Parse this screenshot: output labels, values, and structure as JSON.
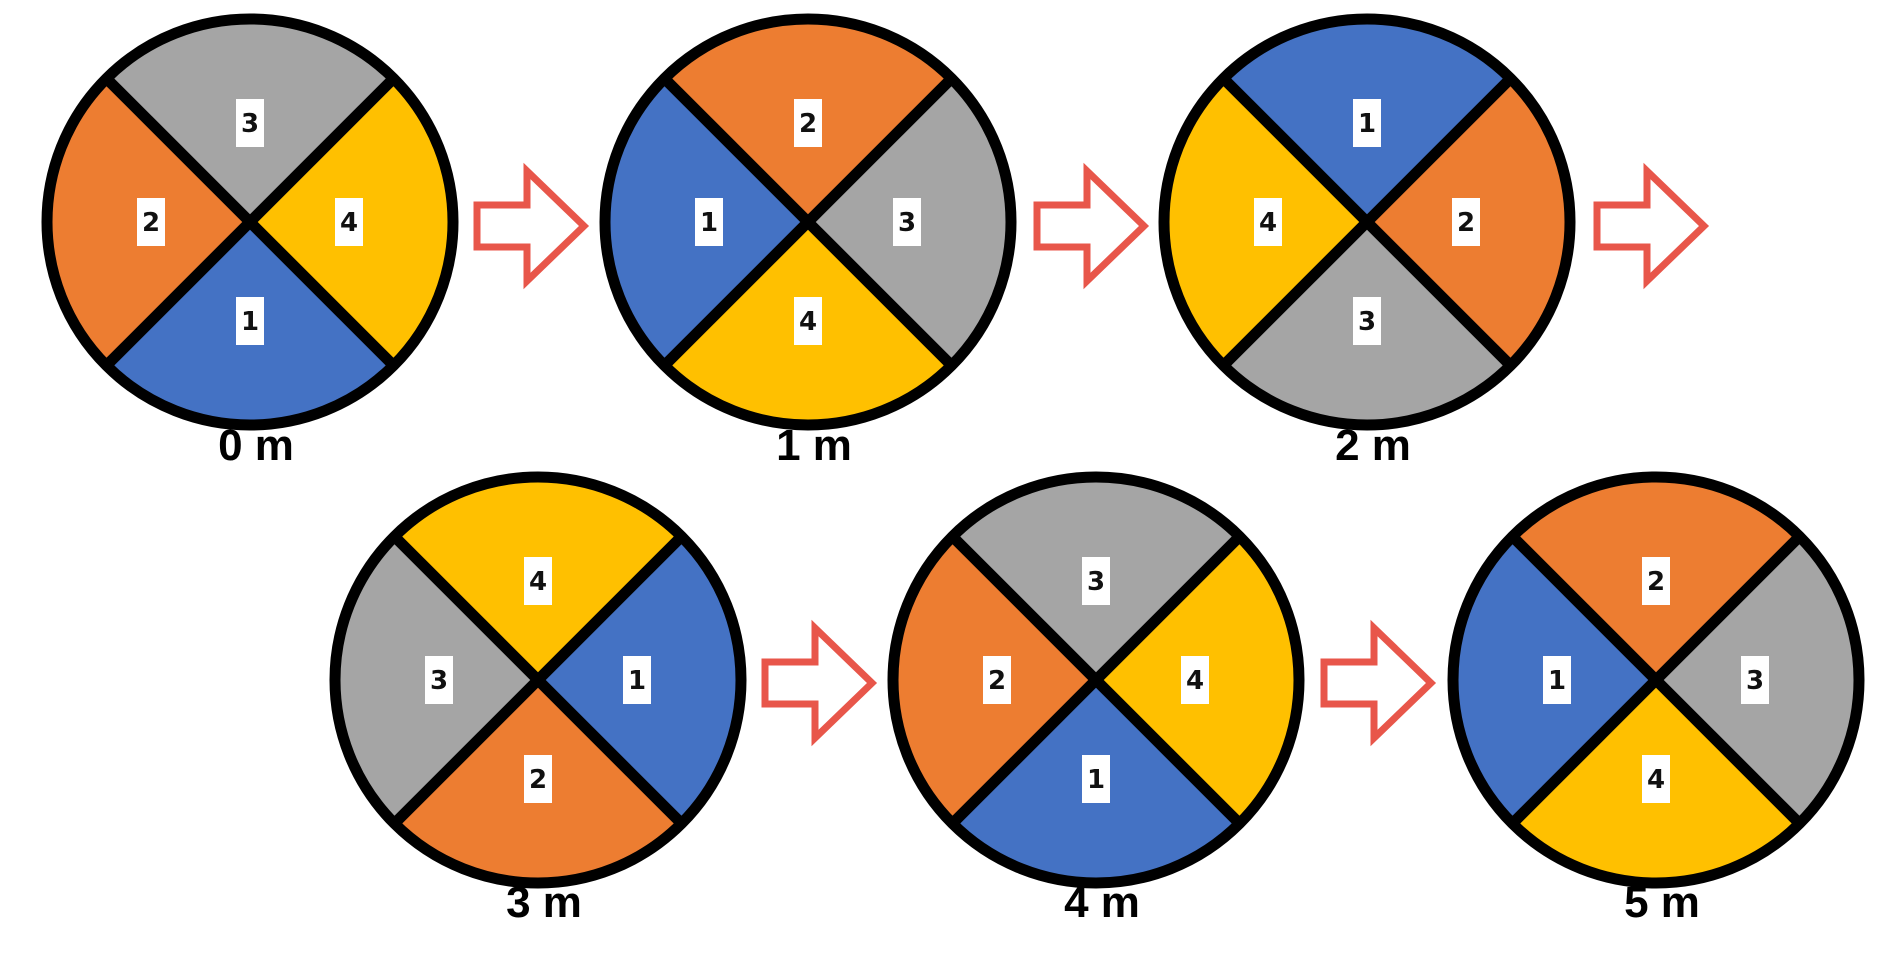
{
  "colors": {
    "1": "#4472C4",
    "2": "#ED7D31",
    "3": "#A5A5A5",
    "4": "#FFC000",
    "outline": "#000000",
    "arrow": "#E8564A",
    "label_box": "#FFFFFF"
  },
  "wheels": [
    {
      "label": "0 m",
      "sectors": {
        "top": "3",
        "right": "4",
        "bottom": "1",
        "left": "2"
      }
    },
    {
      "label": "1 m",
      "sectors": {
        "top": "2",
        "right": "3",
        "bottom": "4",
        "left": "1"
      }
    },
    {
      "label": "2 m",
      "sectors": {
        "top": "1",
        "right": "2",
        "bottom": "3",
        "left": "4"
      }
    },
    {
      "label": "3 m",
      "sectors": {
        "top": "4",
        "right": "1",
        "bottom": "2",
        "left": "3"
      }
    },
    {
      "label": "4 m",
      "sectors": {
        "top": "3",
        "right": "4",
        "bottom": "1",
        "left": "2"
      }
    },
    {
      "label": "5 m",
      "sectors": {
        "top": "2",
        "right": "3",
        "bottom": "4",
        "left": "1"
      }
    }
  ],
  "arrows": [
    {
      "icon": "right-arrow-outline-icon"
    },
    {
      "icon": "right-arrow-outline-icon"
    },
    {
      "icon": "right-arrow-outline-icon"
    },
    {
      "icon": "right-arrow-outline-icon"
    },
    {
      "icon": "right-arrow-outline-icon"
    }
  ]
}
